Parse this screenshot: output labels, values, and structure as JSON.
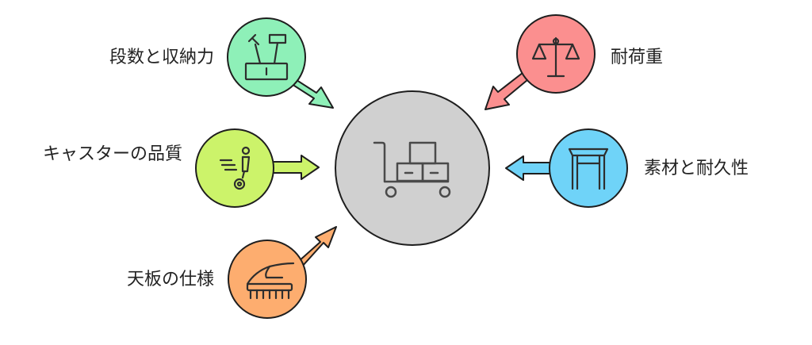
{
  "center": {
    "icon": "shopping-cart-icon",
    "fill": "#d0d0d0"
  },
  "factors": [
    {
      "id": "tiers",
      "label": "段数と収納力",
      "icon": "toolbox-icon",
      "color": "#8ef0b8"
    },
    {
      "id": "load",
      "label": "耐荷重",
      "icon": "balance-scale-icon",
      "color": "#fb8f8f"
    },
    {
      "id": "casters",
      "label": "キャスターの品質",
      "icon": "rolling-caster-icon",
      "color": "#ccf36a"
    },
    {
      "id": "material",
      "label": "素材と耐久性",
      "icon": "metal-frame-icon",
      "color": "#6fd3f8"
    },
    {
      "id": "top",
      "label": "天板の仕様",
      "icon": "surface-brush-icon",
      "color": "#fdad6f"
    }
  ]
}
